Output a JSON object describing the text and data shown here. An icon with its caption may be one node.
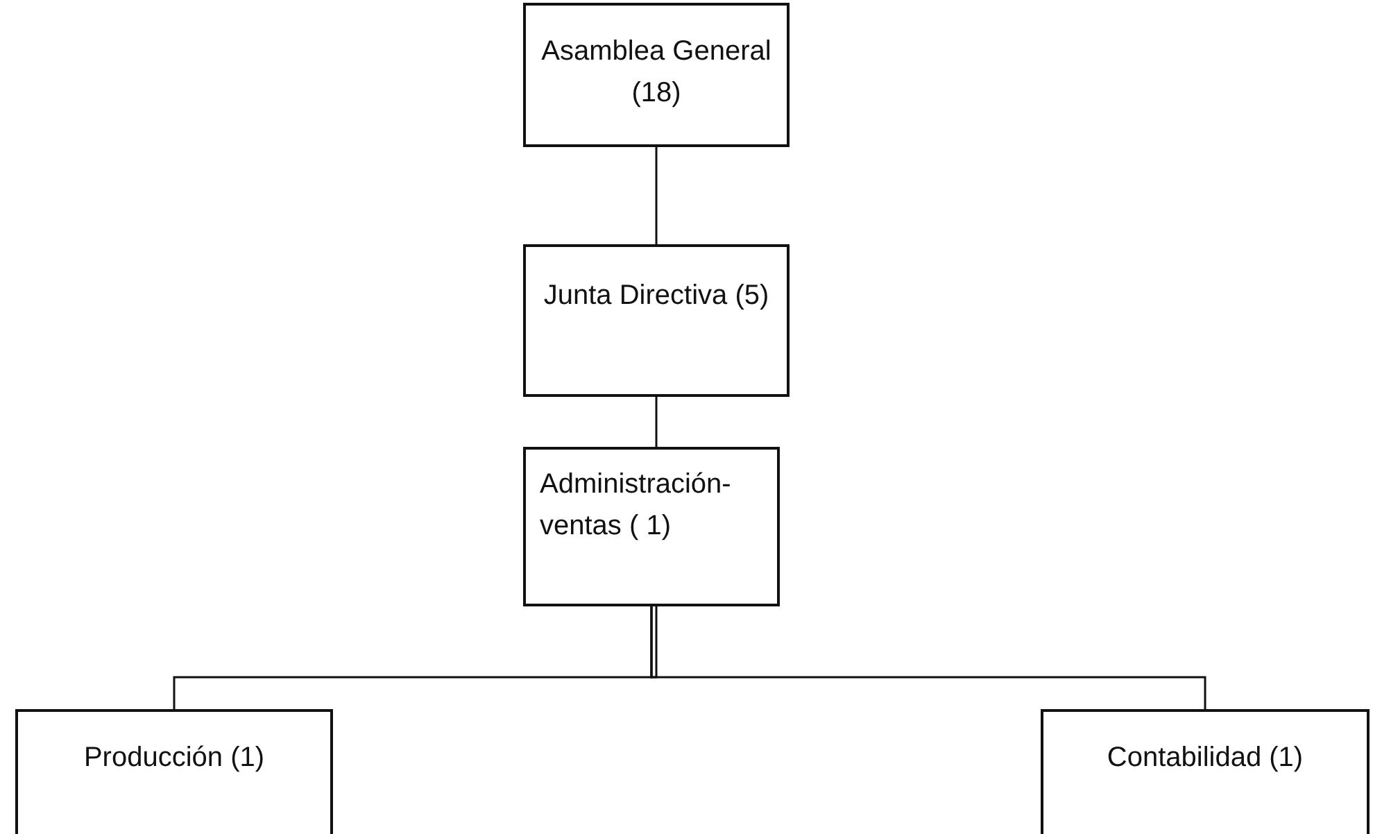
{
  "diagram": {
    "nodes": [
      {
        "text": [
          "Asamblea General (18)"
        ]
      },
      {
        "text": [
          "Junta Directiva (5)"
        ]
      },
      {
        "text": [
          "Administración- ventas ( 1)"
        ]
      },
      {
        "text": [
          "Producción (1)"
        ]
      },
      {
        "text": [
          "Contabilidad (1)"
        ]
      }
    ],
    "edges": [
      {
        "from": 0,
        "to": 1,
        "arrow": "none"
      },
      {
        "from": 1,
        "to": 2,
        "arrow": "none"
      },
      {
        "from": 2,
        "to": 3,
        "arrow": "none"
      },
      {
        "from": 2,
        "to": 4,
        "arrow": "none"
      }
    ]
  }
}
